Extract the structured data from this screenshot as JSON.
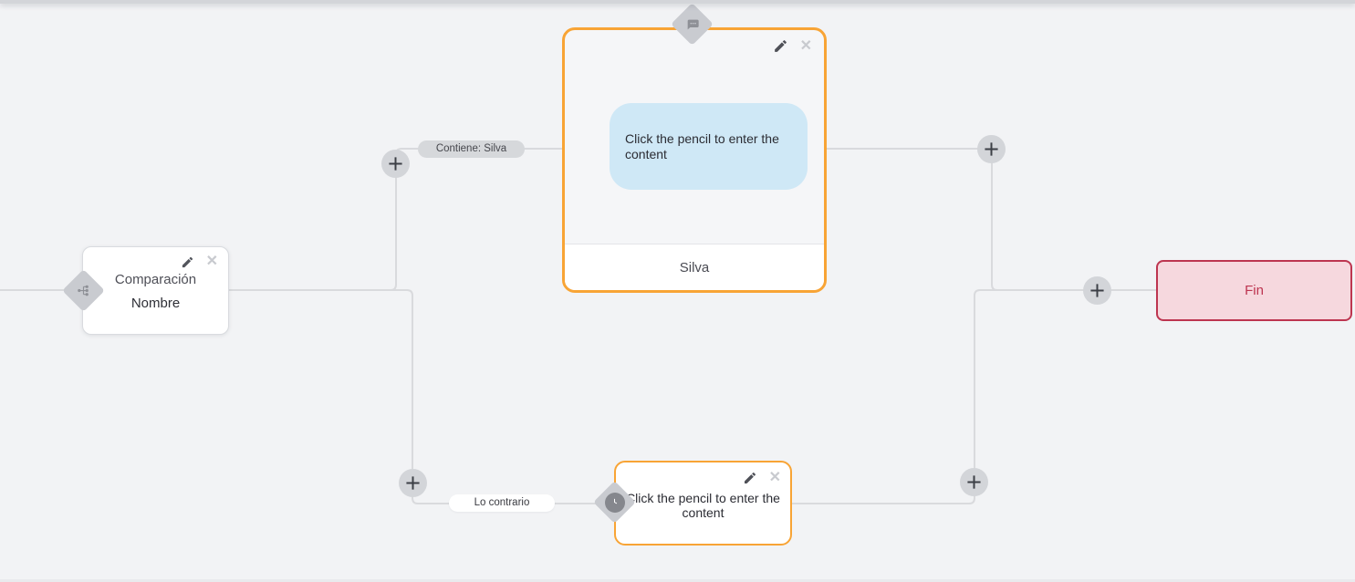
{
  "flow": {
    "condition_node": {
      "title": "Comparación",
      "subtitle": "Nombre"
    },
    "message_node": {
      "placeholder": "Click the pencil to enter the content",
      "footer": "Silva"
    },
    "delay_node": {
      "placeholder": "Click the pencil to enter the content"
    },
    "end_node": {
      "label": "Fin"
    },
    "edges": {
      "top_condition": "Contiene: Silva",
      "bottom_condition": "Lo contrario"
    }
  },
  "icons": {
    "close_glyph": "✕",
    "edit_icon": "pencil-icon",
    "add_icon": "plus-icon",
    "condition_icon": "branch-icon",
    "message_icon": "chat-bubble-icon",
    "delay_icon": "clock-icon"
  },
  "colors": {
    "canvas_bg": "#f2f3f5",
    "connector_gray": "#d9dadd",
    "node_accent_orange": "#f8a435",
    "bubble_blue": "#cfe8f6",
    "end_node_border": "#bd3550",
    "end_node_bg": "#f6d8de",
    "diamond_gray": "#c9cbd0",
    "plus_circle_gray": "#d3d5d9"
  }
}
